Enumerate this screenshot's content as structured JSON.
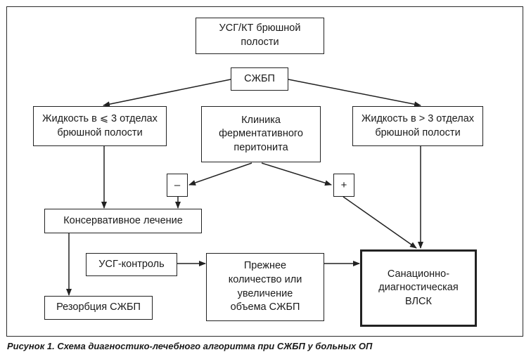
{
  "nodes": {
    "usg_kt": "УСГ/КТ брюшной\nполости",
    "szhbp": "СЖБП",
    "fluid_le3": "Жидкость в ⩽ 3 отделах\nбрюшной полости",
    "clinic": "Клиника\nферментативного\nперитонита",
    "fluid_gt3": "Жидкость в > 3 отделах\nбрюшной полости",
    "minus": "–",
    "plus": "+",
    "conservative": "Консервативное лечение",
    "usg_control": "УСГ-контроль",
    "same_or_increase": "Прежнее\nколичество  или\nувеличение\nобъема СЖБП",
    "vlsk": "Санационно-\nдиагностическая\nВЛСК",
    "resorption": "Резорбция СЖБП"
  },
  "caption": "Рисунок 1. Схема диагностико-лечебного алгоритма при СЖБП у больных ОП",
  "colors": {
    "stroke": "#222222",
    "frame": "#2b2b2b"
  }
}
